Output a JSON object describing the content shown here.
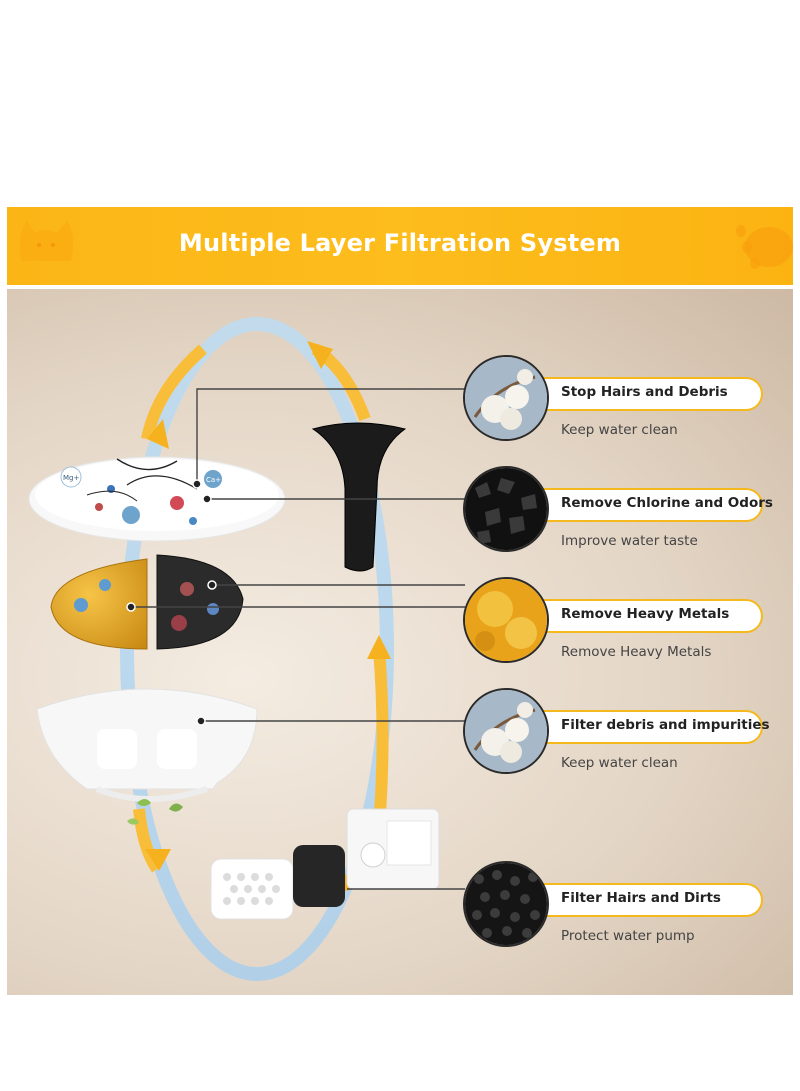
{
  "title": "Multiple Layer Filtration System",
  "colors": {
    "banner": "#fdbb1a",
    "accent_yellow": "#f5b91e",
    "arrow_orange": "#f6b21e",
    "flow_blue": "#b9d9f2"
  },
  "features": [
    {
      "label": "Stop Hairs and Debris",
      "desc": "Keep water clean",
      "thumb": "cotton-icon"
    },
    {
      "label": "Remove Chlorine and Odors",
      "desc": "Improve water taste",
      "thumb": "activated-carbon-icon"
    },
    {
      "label": "Remove Heavy Metals",
      "desc": "Remove Heavy Metals",
      "thumb": "ion-resin-icon"
    },
    {
      "label": "Filter debris and impurities",
      "desc": "Keep water clean",
      "thumb": "cotton-icon"
    },
    {
      "label": "Filter Hairs and Dirts",
      "desc": "Protect water pump",
      "thumb": "filter-sponge-icon"
    }
  ],
  "ion_labels": {
    "magnesium": "Mg+",
    "calcium": "Ca+"
  }
}
